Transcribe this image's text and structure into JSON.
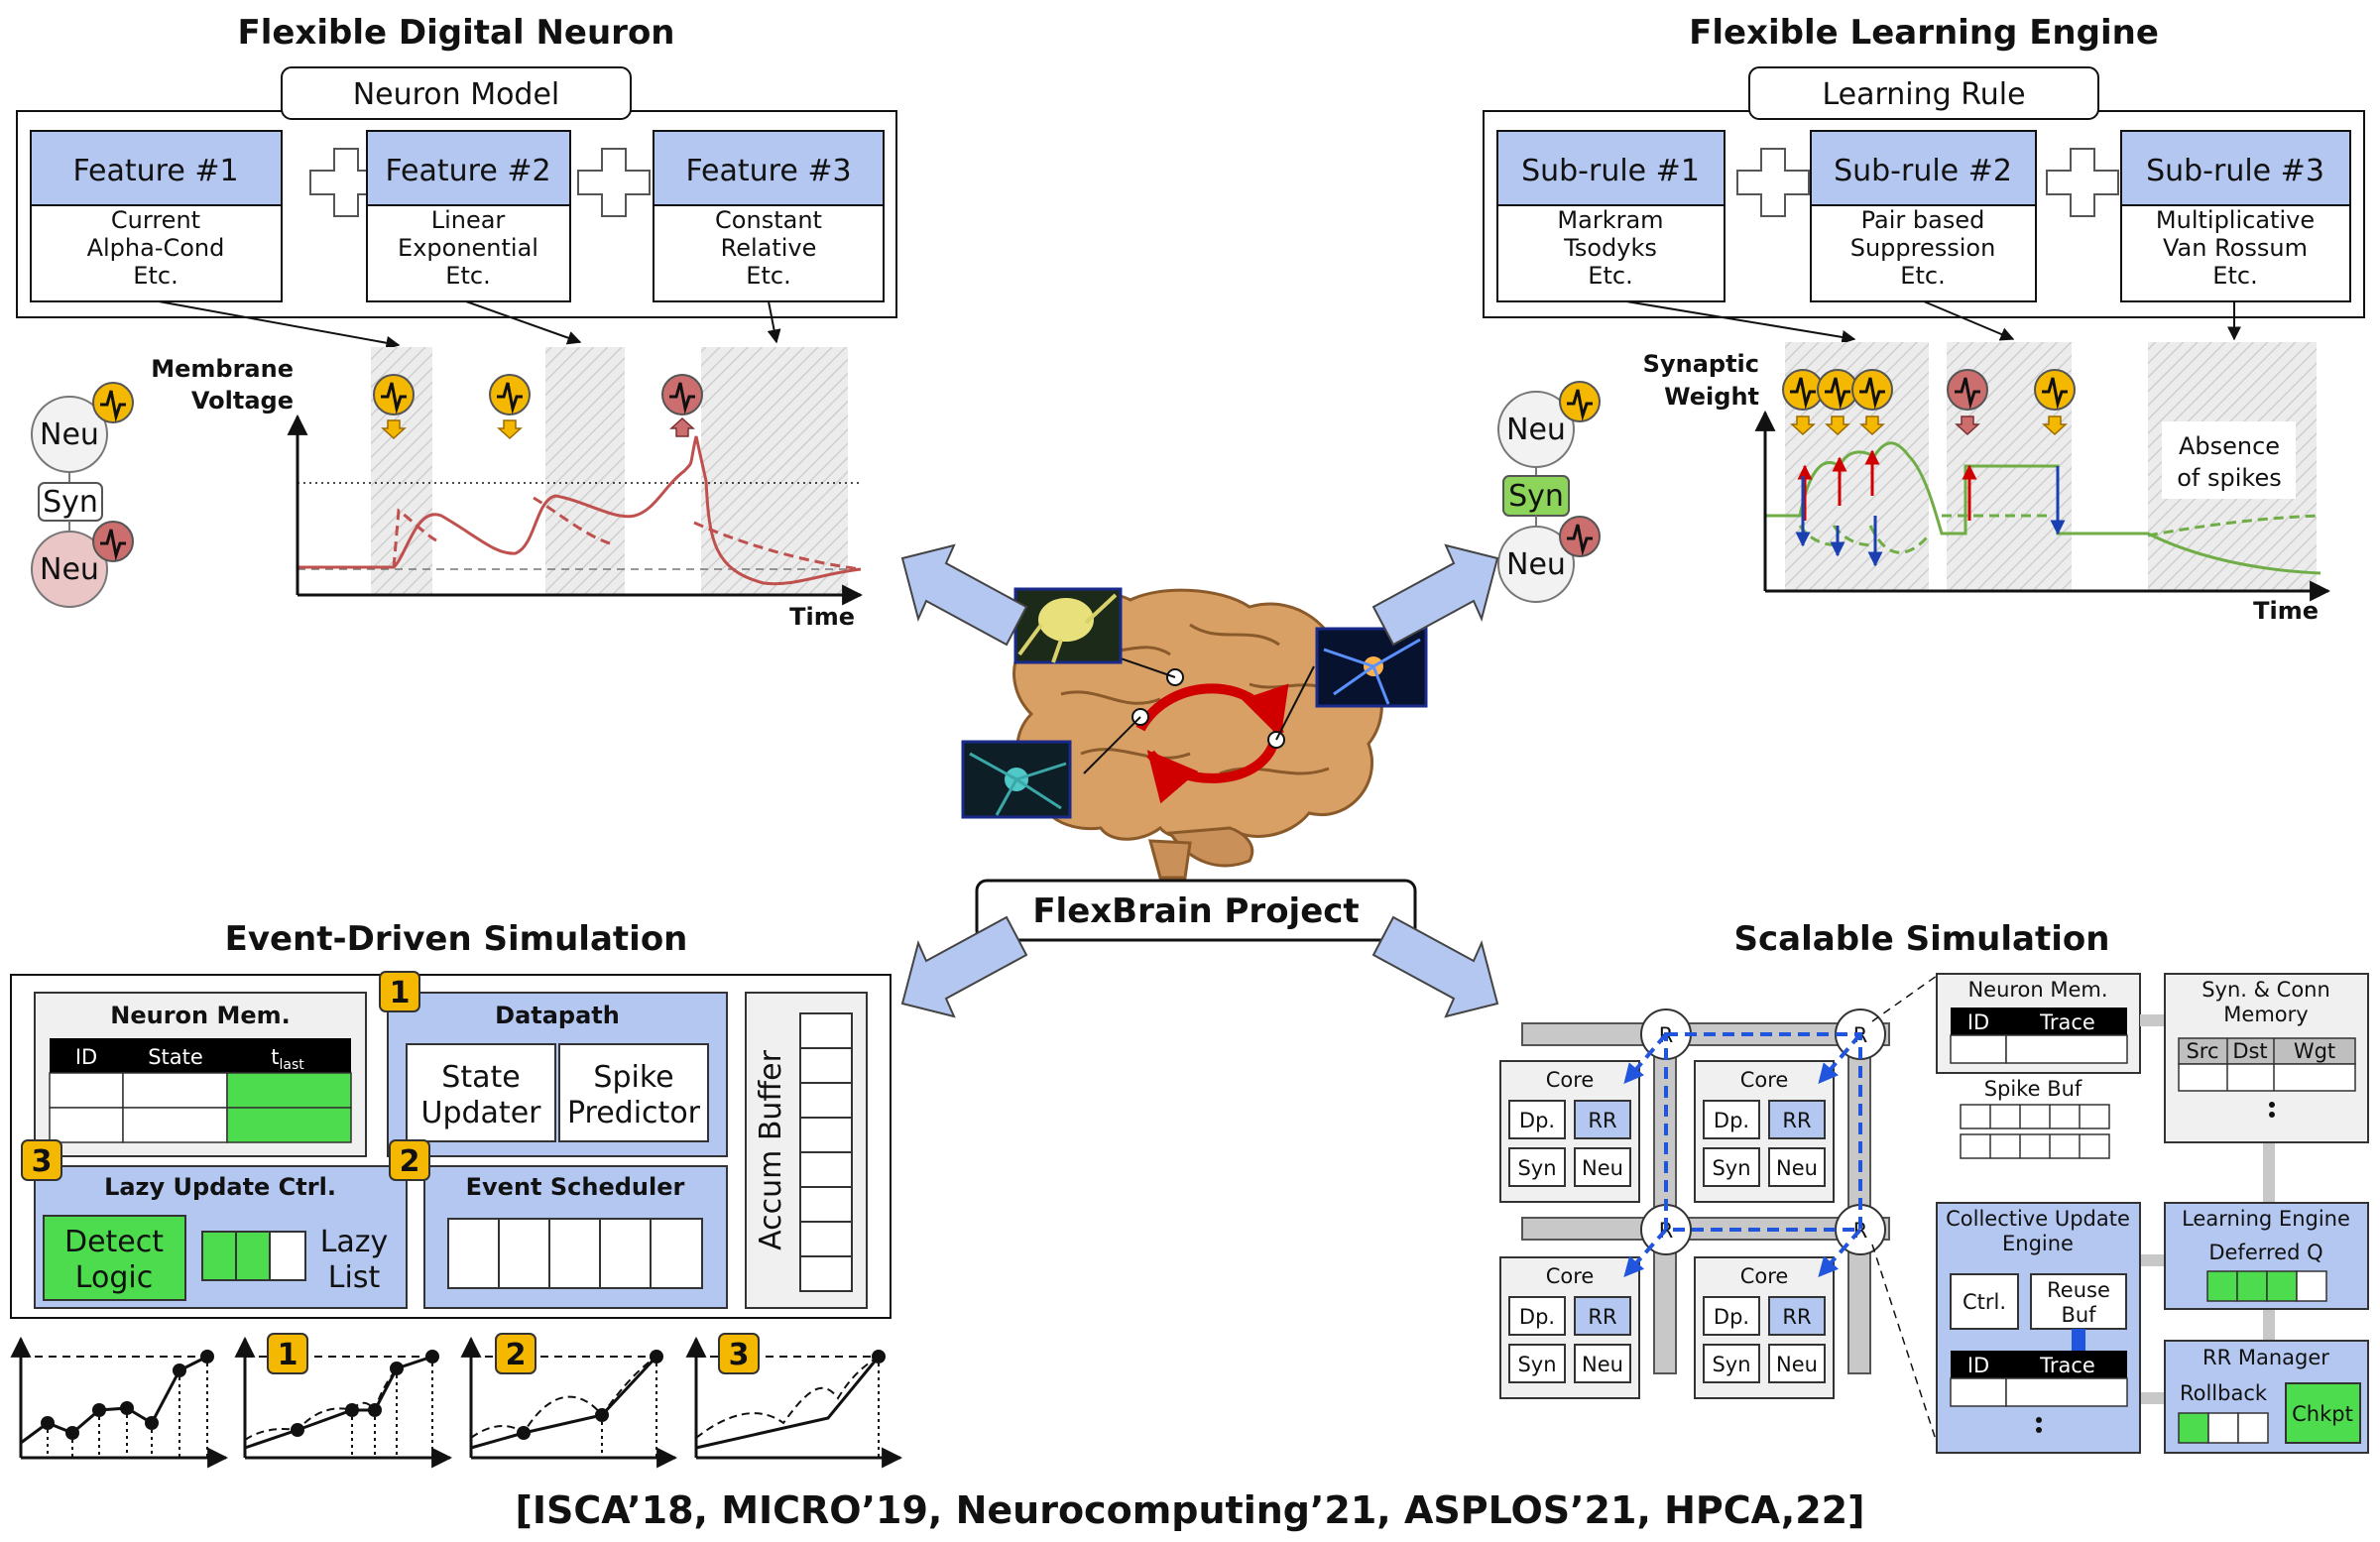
{
  "project": "FlexBrain Project",
  "references": "[ISCA’18, MICRO’19, Neurocomputing’21, ASPLOS’21, HPCA,22]",
  "neuron": {
    "title": "Flexible Digital Neuron",
    "model_label": "Neuron Model",
    "features": [
      {
        "name": "Feature #1",
        "lines": [
          "Current",
          "Alpha-Cond",
          "Etc."
        ]
      },
      {
        "name": "Feature #2",
        "lines": [
          "Linear",
          "Exponential",
          "Etc."
        ]
      },
      {
        "name": "Feature #3",
        "lines": [
          "Constant",
          "Relative",
          "Etc."
        ]
      }
    ],
    "neu": "Neu",
    "syn": "Syn",
    "ylabel": [
      "Membrane",
      "Voltage"
    ],
    "xlabel": "Time"
  },
  "learning": {
    "title": "Flexible Learning Engine",
    "rule_label": "Learning Rule",
    "subrules": [
      {
        "name": "Sub-rule #1",
        "lines": [
          "Markram",
          "Tsodyks",
          "Etc."
        ]
      },
      {
        "name": "Sub-rule #2",
        "lines": [
          "Pair based",
          "Suppression",
          "Etc."
        ]
      },
      {
        "name": "Sub-rule #3",
        "lines": [
          "Multiplicative",
          "Van Rossum",
          "Etc."
        ]
      }
    ],
    "neu": "Neu",
    "syn": "Syn",
    "ylabel": [
      "Synaptic",
      "Weight"
    ],
    "xlabel": "Time",
    "absence": [
      "Absence",
      "of spikes"
    ]
  },
  "event": {
    "title": "Event-Driven Simulation",
    "neuron_mem": "Neuron Mem.",
    "cols": [
      "ID",
      "State",
      "t"
    ],
    "tsub": "last",
    "datapath": "Datapath",
    "state_updater": [
      "State",
      "Updater"
    ],
    "spike_predictor": [
      "Spike",
      "Predictor"
    ],
    "lazy_ctrl": "Lazy Update Ctrl.",
    "detect_logic": [
      "Detect",
      "Logic"
    ],
    "lazy_list": [
      "Lazy",
      "List"
    ],
    "event_scheduler": "Event Scheduler",
    "accum_buffer": "Accum Buffer",
    "badges": [
      "1",
      "2",
      "3"
    ]
  },
  "scalable": {
    "title": "Scalable Simulation",
    "router": "R",
    "core": "Core",
    "dp": "Dp.",
    "rr": "RR",
    "syn": "Syn",
    "neu": "Neu",
    "neuron_mem": "Neuron Mem.",
    "id": "ID",
    "trace": "Trace",
    "spike_buf": "Spike Buf",
    "syn_conn": [
      "Syn. & Conn",
      "Memory"
    ],
    "syn_cols": [
      "Src",
      "Dst",
      "Wgt"
    ],
    "collective": [
      "Collective Update",
      "Engine"
    ],
    "ctrl": "Ctrl.",
    "reuse_buf": [
      "Reuse",
      "Buf"
    ],
    "learning_engine": "Learning Engine",
    "deferred_q": "Deferred Q",
    "rr_manager": "RR Manager",
    "rollback": "Rollback",
    "chkpt": "Chkpt"
  },
  "colors": {
    "feature_fill": "#b4c7f0",
    "spike_yellow": "#f5b800",
    "spike_red": "#cc6e6e",
    "voltage_line": "#c0504d",
    "weight_line": "#70ad47",
    "green_fill": "#4ddc4d",
    "blue_arrow": "#b4c7f0",
    "router_path": "#2255dd",
    "brain": "#d9a066"
  }
}
